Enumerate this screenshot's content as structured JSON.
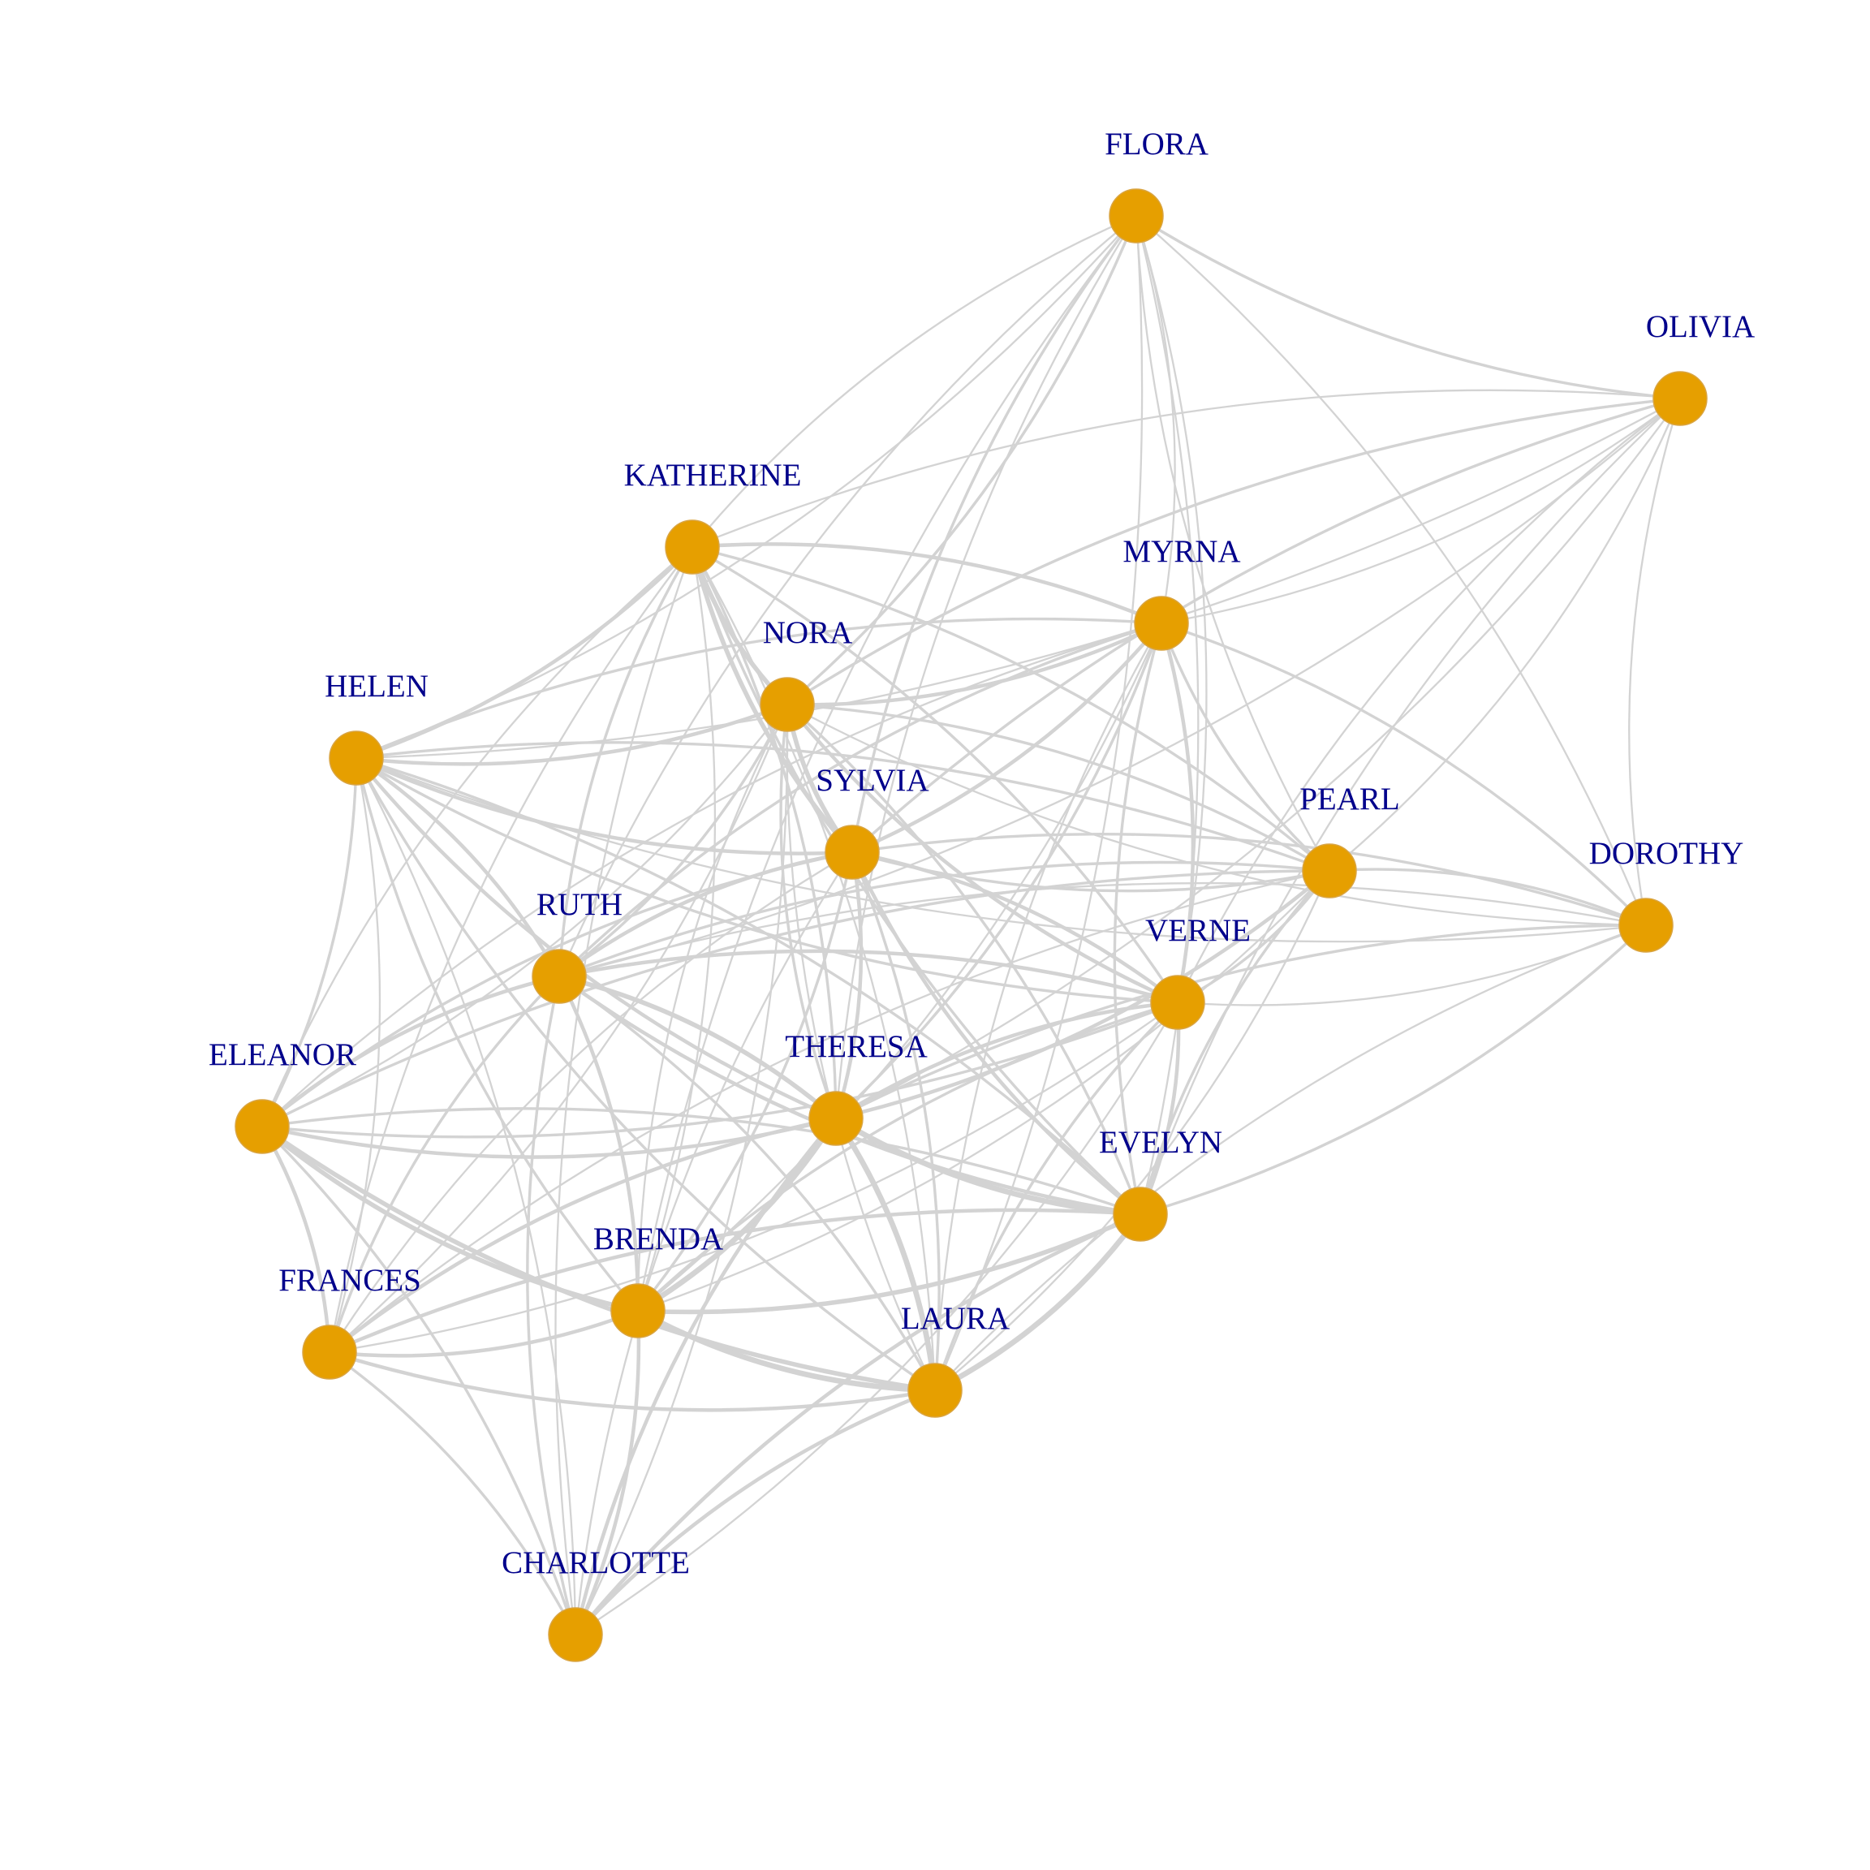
{
  "colors": {
    "background": "#ffffff",
    "node_fill": "#e69f00",
    "node_stroke": "#d9a441",
    "edge": "#d3d3d3",
    "label": "#00008b"
  },
  "nodes": [
    {
      "id": "FLORA",
      "label": "FLORA"
    },
    {
      "id": "OLIVIA",
      "label": "OLIVIA"
    },
    {
      "id": "KATHERINE",
      "label": "KATHERINE"
    },
    {
      "id": "MYRNA",
      "label": "MYRNA"
    },
    {
      "id": "NORA",
      "label": "NORA"
    },
    {
      "id": "HELEN",
      "label": "HELEN"
    },
    {
      "id": "SYLVIA",
      "label": "SYLVIA"
    },
    {
      "id": "PEARL",
      "label": "PEARL"
    },
    {
      "id": "DOROTHY",
      "label": "DOROTHY"
    },
    {
      "id": "RUTH",
      "label": "RUTH"
    },
    {
      "id": "VERNE",
      "label": "VERNE"
    },
    {
      "id": "ELEANOR",
      "label": "ELEANOR"
    },
    {
      "id": "THERESA",
      "label": "THERESA"
    },
    {
      "id": "EVELYN",
      "label": "EVELYN"
    },
    {
      "id": "BRENDA",
      "label": "BRENDA"
    },
    {
      "id": "FRANCES",
      "label": "FRANCES"
    },
    {
      "id": "LAURA",
      "label": "LAURA"
    },
    {
      "id": "CHARLOTTE",
      "label": "CHARLOTTE"
    }
  ],
  "edges": [
    {
      "source": "FLORA",
      "target": "OLIVIA",
      "weight": 2
    },
    {
      "source": "FLORA",
      "target": "HELEN",
      "weight": 1
    },
    {
      "source": "FLORA",
      "target": "KATHERINE",
      "weight": 1
    },
    {
      "source": "FLORA",
      "target": "NORA",
      "weight": 2
    },
    {
      "source": "FLORA",
      "target": "SYLVIA",
      "weight": 2
    },
    {
      "source": "FLORA",
      "target": "MYRNA",
      "weight": 1
    },
    {
      "source": "FLORA",
      "target": "PEARL",
      "weight": 1
    },
    {
      "source": "FLORA",
      "target": "DOROTHY",
      "weight": 1
    },
    {
      "source": "FLORA",
      "target": "RUTH",
      "weight": 1
    },
    {
      "source": "FLORA",
      "target": "VERNE",
      "weight": 1
    },
    {
      "source": "FLORA",
      "target": "THERESA",
      "weight": 1
    },
    {
      "source": "FLORA",
      "target": "EVELYN",
      "weight": 1
    },
    {
      "source": "FLORA",
      "target": "BRENDA",
      "weight": 1
    },
    {
      "source": "FLORA",
      "target": "LAURA",
      "weight": 1
    },
    {
      "source": "OLIVIA",
      "target": "KATHERINE",
      "weight": 1
    },
    {
      "source": "OLIVIA",
      "target": "HELEN",
      "weight": 1
    },
    {
      "source": "OLIVIA",
      "target": "NORA",
      "weight": 2
    },
    {
      "source": "OLIVIA",
      "target": "MYRNA",
      "weight": 1
    },
    {
      "source": "OLIVIA",
      "target": "SYLVIA",
      "weight": 2
    },
    {
      "source": "OLIVIA",
      "target": "PEARL",
      "weight": 1
    },
    {
      "source": "OLIVIA",
      "target": "DOROTHY",
      "weight": 1
    },
    {
      "source": "OLIVIA",
      "target": "RUTH",
      "weight": 1
    },
    {
      "source": "OLIVIA",
      "target": "VERNE",
      "weight": 1
    },
    {
      "source": "OLIVIA",
      "target": "THERESA",
      "weight": 1
    },
    {
      "source": "OLIVIA",
      "target": "EVELYN",
      "weight": 1
    },
    {
      "source": "KATHERINE",
      "target": "MYRNA",
      "weight": 3
    },
    {
      "source": "KATHERINE",
      "target": "NORA",
      "weight": 4
    },
    {
      "source": "KATHERINE",
      "target": "HELEN",
      "weight": 3
    },
    {
      "source": "KATHERINE",
      "target": "SYLVIA",
      "weight": 4
    },
    {
      "source": "KATHERINE",
      "target": "PEARL",
      "weight": 2
    },
    {
      "source": "KATHERINE",
      "target": "RUTH",
      "weight": 2
    },
    {
      "source": "KATHERINE",
      "target": "VERNE",
      "weight": 2
    },
    {
      "source": "KATHERINE",
      "target": "ELEANOR",
      "weight": 1
    },
    {
      "source": "KATHERINE",
      "target": "THERESA",
      "weight": 2
    },
    {
      "source": "KATHERINE",
      "target": "EVELYN",
      "weight": 2
    },
    {
      "source": "KATHERINE",
      "target": "BRENDA",
      "weight": 1
    },
    {
      "source": "KATHERINE",
      "target": "FRANCES",
      "weight": 1
    },
    {
      "source": "KATHERINE",
      "target": "LAURA",
      "weight": 1
    },
    {
      "source": "KATHERINE",
      "target": "CHARLOTTE",
      "weight": 1
    },
    {
      "source": "MYRNA",
      "target": "NORA",
      "weight": 3
    },
    {
      "source": "MYRNA",
      "target": "HELEN",
      "weight": 2
    },
    {
      "source": "MYRNA",
      "target": "SYLVIA",
      "weight": 3
    },
    {
      "source": "MYRNA",
      "target": "PEARL",
      "weight": 2
    },
    {
      "source": "MYRNA",
      "target": "DOROTHY",
      "weight": 2
    },
    {
      "source": "MYRNA",
      "target": "RUTH",
      "weight": 2
    },
    {
      "source": "MYRNA",
      "target": "VERNE",
      "weight": 3
    },
    {
      "source": "MYRNA",
      "target": "ELEANOR",
      "weight": 1
    },
    {
      "source": "MYRNA",
      "target": "THERESA",
      "weight": 2
    },
    {
      "source": "MYRNA",
      "target": "EVELYN",
      "weight": 2
    },
    {
      "source": "MYRNA",
      "target": "BRENDA",
      "weight": 1
    },
    {
      "source": "MYRNA",
      "target": "LAURA",
      "weight": 1
    },
    {
      "source": "NORA",
      "target": "HELEN",
      "weight": 3
    },
    {
      "source": "NORA",
      "target": "SYLVIA",
      "weight": 4
    },
    {
      "source": "NORA",
      "target": "PEARL",
      "weight": 2
    },
    {
      "source": "NORA",
      "target": "DOROTHY",
      "weight": 1
    },
    {
      "source": "NORA",
      "target": "RUTH",
      "weight": 2
    },
    {
      "source": "NORA",
      "target": "VERNE",
      "weight": 3
    },
    {
      "source": "NORA",
      "target": "ELEANOR",
      "weight": 1
    },
    {
      "source": "NORA",
      "target": "THERESA",
      "weight": 2
    },
    {
      "source": "NORA",
      "target": "EVELYN",
      "weight": 2
    },
    {
      "source": "NORA",
      "target": "BRENDA",
      "weight": 1
    },
    {
      "source": "NORA",
      "target": "FRANCES",
      "weight": 1
    },
    {
      "source": "NORA",
      "target": "LAURA",
      "weight": 1
    },
    {
      "source": "NORA",
      "target": "CHARLOTTE",
      "weight": 1
    },
    {
      "source": "HELEN",
      "target": "SYLVIA",
      "weight": 3
    },
    {
      "source": "HELEN",
      "target": "PEARL",
      "weight": 2
    },
    {
      "source": "HELEN",
      "target": "DOROTHY",
      "weight": 1
    },
    {
      "source": "HELEN",
      "target": "RUTH",
      "weight": 3
    },
    {
      "source": "HELEN",
      "target": "VERNE",
      "weight": 2
    },
    {
      "source": "HELEN",
      "target": "ELEANOR",
      "weight": 2
    },
    {
      "source": "HELEN",
      "target": "THERESA",
      "weight": 3
    },
    {
      "source": "HELEN",
      "target": "EVELYN",
      "weight": 2
    },
    {
      "source": "HELEN",
      "target": "BRENDA",
      "weight": 2
    },
    {
      "source": "HELEN",
      "target": "FRANCES",
      "weight": 1
    },
    {
      "source": "HELEN",
      "target": "LAURA",
      "weight": 2
    },
    {
      "source": "HELEN",
      "target": "CHARLOTTE",
      "weight": 1
    },
    {
      "source": "SYLVIA",
      "target": "PEARL",
      "weight": 2
    },
    {
      "source": "SYLVIA",
      "target": "DOROTHY",
      "weight": 2
    },
    {
      "source": "SYLVIA",
      "target": "RUTH",
      "weight": 3
    },
    {
      "source": "SYLVIA",
      "target": "VERNE",
      "weight": 3
    },
    {
      "source": "SYLVIA",
      "target": "ELEANOR",
      "weight": 2
    },
    {
      "source": "SYLVIA",
      "target": "THERESA",
      "weight": 3
    },
    {
      "source": "SYLVIA",
      "target": "EVELYN",
      "weight": 3
    },
    {
      "source": "SYLVIA",
      "target": "BRENDA",
      "weight": 2
    },
    {
      "source": "SYLVIA",
      "target": "FRANCES",
      "weight": 1
    },
    {
      "source": "SYLVIA",
      "target": "LAURA",
      "weight": 2
    },
    {
      "source": "SYLVIA",
      "target": "CHARLOTTE",
      "weight": 1
    },
    {
      "source": "PEARL",
      "target": "DOROTHY",
      "weight": 2
    },
    {
      "source": "PEARL",
      "target": "RUTH",
      "weight": 2
    },
    {
      "source": "PEARL",
      "target": "VERNE",
      "weight": 2
    },
    {
      "source": "PEARL",
      "target": "ELEANOR",
      "weight": 2
    },
    {
      "source": "PEARL",
      "target": "THERESA",
      "weight": 3
    },
    {
      "source": "PEARL",
      "target": "EVELYN",
      "weight": 2
    },
    {
      "source": "PEARL",
      "target": "BRENDA",
      "weight": 1
    },
    {
      "source": "PEARL",
      "target": "FRANCES",
      "weight": 1
    },
    {
      "source": "PEARL",
      "target": "LAURA",
      "weight": 1
    },
    {
      "source": "DOROTHY",
      "target": "RUTH",
      "weight": 1
    },
    {
      "source": "DOROTHY",
      "target": "VERNE",
      "weight": 1
    },
    {
      "source": "DOROTHY",
      "target": "THERESA",
      "weight": 2
    },
    {
      "source": "DOROTHY",
      "target": "EVELYN",
      "weight": 2
    },
    {
      "source": "DOROTHY",
      "target": "LAURA",
      "weight": 1
    },
    {
      "source": "RUTH",
      "target": "VERNE",
      "weight": 3
    },
    {
      "source": "RUTH",
      "target": "ELEANOR",
      "weight": 3
    },
    {
      "source": "RUTH",
      "target": "THERESA",
      "weight": 4
    },
    {
      "source": "RUTH",
      "target": "EVELYN",
      "weight": 3
    },
    {
      "source": "RUTH",
      "target": "BRENDA",
      "weight": 3
    },
    {
      "source": "RUTH",
      "target": "FRANCES",
      "weight": 2
    },
    {
      "source": "RUTH",
      "target": "LAURA",
      "weight": 2
    },
    {
      "source": "RUTH",
      "target": "CHARLOTTE",
      "weight": 2
    },
    {
      "source": "VERNE",
      "target": "ELEANOR",
      "weight": 2
    },
    {
      "source": "VERNE",
      "target": "THERESA",
      "weight": 3
    },
    {
      "source": "VERNE",
      "target": "EVELYN",
      "weight": 3
    },
    {
      "source": "VERNE",
      "target": "BRENDA",
      "weight": 2
    },
    {
      "source": "VERNE",
      "target": "FRANCES",
      "weight": 1
    },
    {
      "source": "VERNE",
      "target": "LAURA",
      "weight": 2
    },
    {
      "source": "VERNE",
      "target": "CHARLOTTE",
      "weight": 1
    },
    {
      "source": "ELEANOR",
      "target": "THERESA",
      "weight": 3
    },
    {
      "source": "ELEANOR",
      "target": "EVELYN",
      "weight": 2
    },
    {
      "source": "ELEANOR",
      "target": "BRENDA",
      "weight": 4
    },
    {
      "source": "ELEANOR",
      "target": "FRANCES",
      "weight": 3
    },
    {
      "source": "ELEANOR",
      "target": "LAURA",
      "weight": 4
    },
    {
      "source": "ELEANOR",
      "target": "CHARLOTTE",
      "weight": 2
    },
    {
      "source": "THERESA",
      "target": "EVELYN",
      "weight": 5
    },
    {
      "source": "THERESA",
      "target": "BRENDA",
      "weight": 5
    },
    {
      "source": "THERESA",
      "target": "FRANCES",
      "weight": 3
    },
    {
      "source": "THERESA",
      "target": "LAURA",
      "weight": 5
    },
    {
      "source": "THERESA",
      "target": "CHARLOTTE",
      "weight": 3
    },
    {
      "source": "EVELYN",
      "target": "BRENDA",
      "weight": 4
    },
    {
      "source": "EVELYN",
      "target": "FRANCES",
      "weight": 3
    },
    {
      "source": "EVELYN",
      "target": "LAURA",
      "weight": 5
    },
    {
      "source": "EVELYN",
      "target": "CHARLOTTE",
      "weight": 3
    },
    {
      "source": "BRENDA",
      "target": "FRANCES",
      "weight": 3
    },
    {
      "source": "BRENDA",
      "target": "LAURA",
      "weight": 5
    },
    {
      "source": "BRENDA",
      "target": "CHARLOTTE",
      "weight": 3
    },
    {
      "source": "FRANCES",
      "target": "LAURA",
      "weight": 3
    },
    {
      "source": "FRANCES",
      "target": "CHARLOTTE",
      "weight": 2
    },
    {
      "source": "LAURA",
      "target": "CHARLOTTE",
      "weight": 3
    }
  ]
}
